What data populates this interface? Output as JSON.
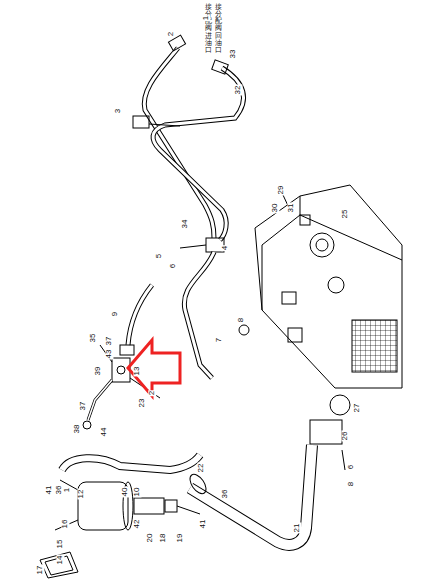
{
  "diagram": {
    "labels": [
      "接分配阀进油口",
      "接分配阀回油口",
      "1",
      "2",
      "33",
      "32",
      "3",
      "29",
      "30",
      "31",
      "25",
      "34",
      "5",
      "6",
      "4",
      "9",
      "8",
      "35",
      "37",
      "43",
      "13",
      "39",
      "7",
      "2",
      "23",
      "37",
      "38",
      "44",
      "27",
      "26",
      "6",
      "8",
      "22",
      "41",
      "36",
      "1",
      "12",
      "16",
      "15",
      "14",
      "17",
      "40",
      "10",
      "42",
      "20",
      "18",
      "19",
      "41",
      "36",
      "21"
    ]
  }
}
